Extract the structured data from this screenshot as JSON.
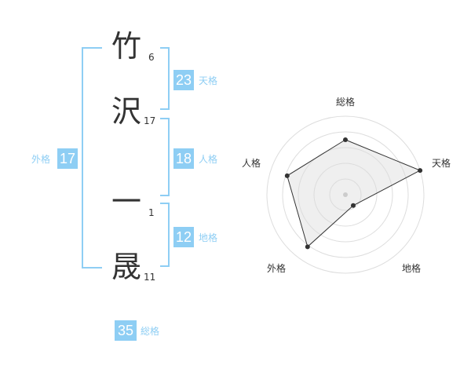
{
  "name": {
    "chars": [
      {
        "char": "竹",
        "strokes": "6"
      },
      {
        "char": "沢",
        "strokes": "17"
      },
      {
        "char": "一",
        "strokes": "1"
      },
      {
        "char": "晟",
        "strokes": "11"
      }
    ]
  },
  "fortunes": {
    "tenkaku": {
      "value": "23",
      "label": "天格"
    },
    "jinkaku": {
      "value": "18",
      "label": "人格"
    },
    "chikaku": {
      "value": "12",
      "label": "地格"
    },
    "gaikaku": {
      "value": "17",
      "label": "外格"
    },
    "soukaku": {
      "value": "35",
      "label": "総格"
    }
  },
  "colors": {
    "accent": "#8ecef4",
    "text": "#333333"
  },
  "chart_data": {
    "type": "radar",
    "axes": [
      "総格",
      "天格",
      "地格",
      "外格",
      "人格"
    ],
    "values": [
      0.7,
      1.0,
      0.17,
      0.82,
      0.78
    ],
    "rlim": [
      0,
      1
    ],
    "rings": 5
  }
}
